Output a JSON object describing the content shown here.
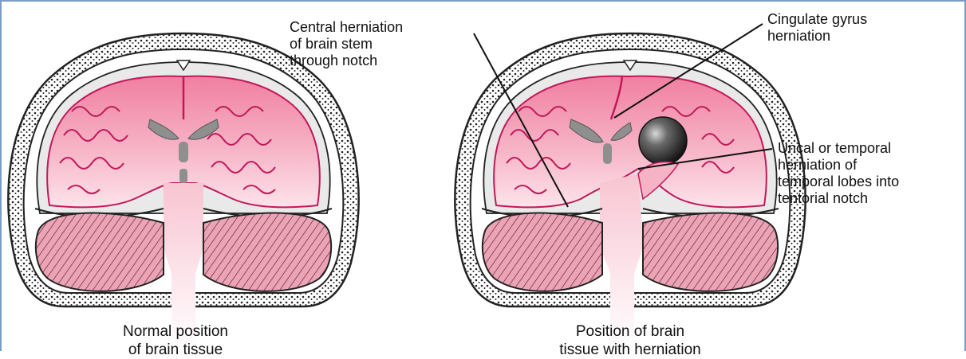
{
  "labels": {
    "central": [
      "Central herniation",
      "of brain stem",
      "through notch"
    ],
    "cingulate": [
      "Cingulate gyrus",
      "herniation"
    ],
    "uncal": [
      "Uncal or temporal",
      "herniation of",
      "temporal lobes into",
      "tentorial notch"
    ]
  },
  "captions": {
    "normal": [
      "Normal position",
      "of brain tissue"
    ],
    "herniation": [
      "Position of brain",
      "tissue with herniation"
    ]
  },
  "colors": {
    "brain_pink": "#f4a6b8",
    "cortex_outline": "#c2185b",
    "ventricle_gray": "#8f8f8f",
    "mass_dark": "#2b2b2b",
    "skull_outline": "#222222",
    "frame_border": "#7a9cc6"
  }
}
